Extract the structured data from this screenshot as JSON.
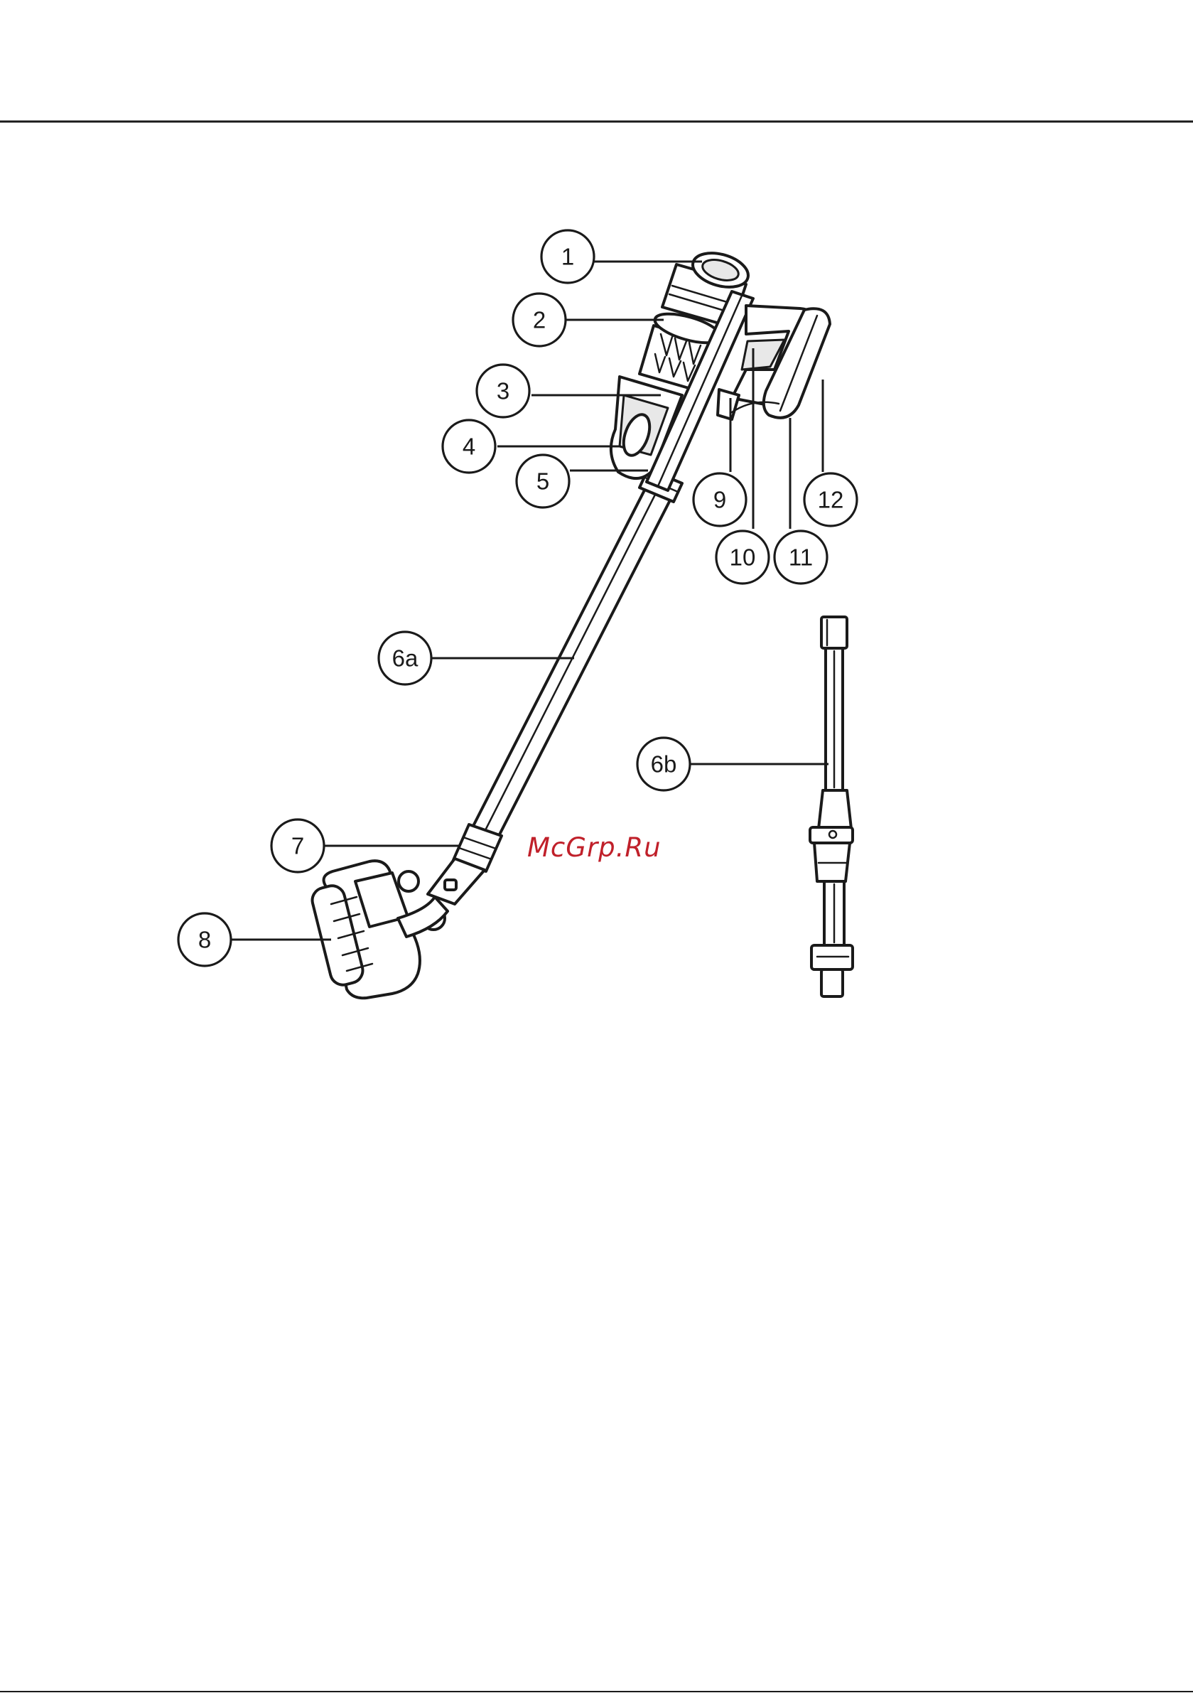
{
  "watermark": "McGrp.Ru",
  "callouts": {
    "c1": "1",
    "c2": "2",
    "c3": "3",
    "c4": "4",
    "c5": "5",
    "c6a": "6a",
    "c6b": "6b",
    "c7": "7",
    "c8": "8",
    "c9": "9",
    "c10": "10",
    "c11": "11",
    "c12": "12"
  },
  "colors": {
    "line": "#1a1a1a",
    "watermark": "#c0202a",
    "background": "#ffffff"
  }
}
